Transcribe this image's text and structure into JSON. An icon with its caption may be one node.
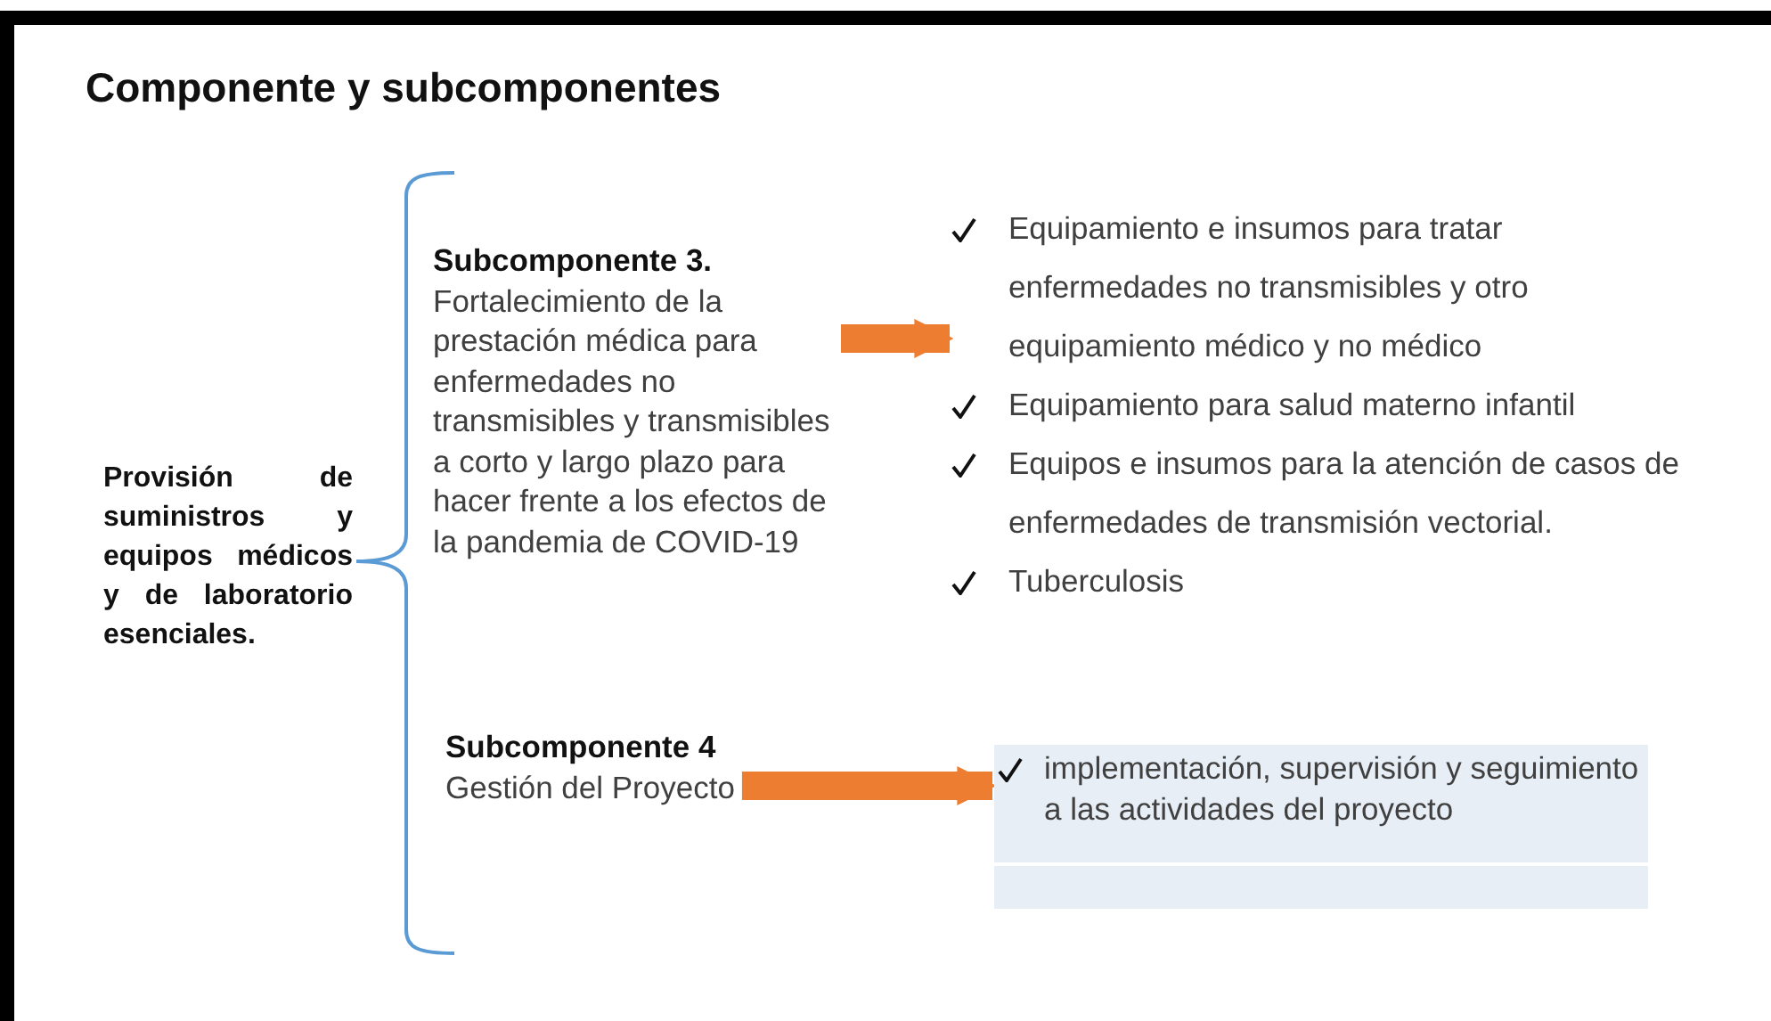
{
  "diagram": {
    "title": "Componente y subcomponentes",
    "nodes": [
      {
        "text": [
          "Provisión de suministros y equipos médicos y de laboratorio esenciales."
        ]
      },
      {
        "text": [
          "Subcomponente 3.",
          "Fortalecimiento de la prestación médica para enfermedades no transmisibles y transmisibles a corto y largo plazo para hacer frente a los efectos de la pandemia de COVID-19"
        ]
      },
      {
        "text": [
          "Subcomponente 4",
          "Gestión del Proyecto"
        ]
      },
      {
        "text": [
          "Equipamiento e insumos para tratar enfermedades no transmisibles y otro equipamiento médico y no médico",
          "Equipamiento para salud materno infantil",
          "Equipos e insumos para la atención de casos de enfermedades de transmisión vectorial.",
          "Tuberculosis"
        ]
      },
      {
        "text": [
          "implementación, supervisión y seguimiento a las actividades del proyecto"
        ]
      }
    ],
    "edges": [
      {
        "from": 1,
        "to": 3,
        "arrow": "to"
      },
      {
        "from": 2,
        "to": 4,
        "arrow": "to"
      }
    ]
  }
}
